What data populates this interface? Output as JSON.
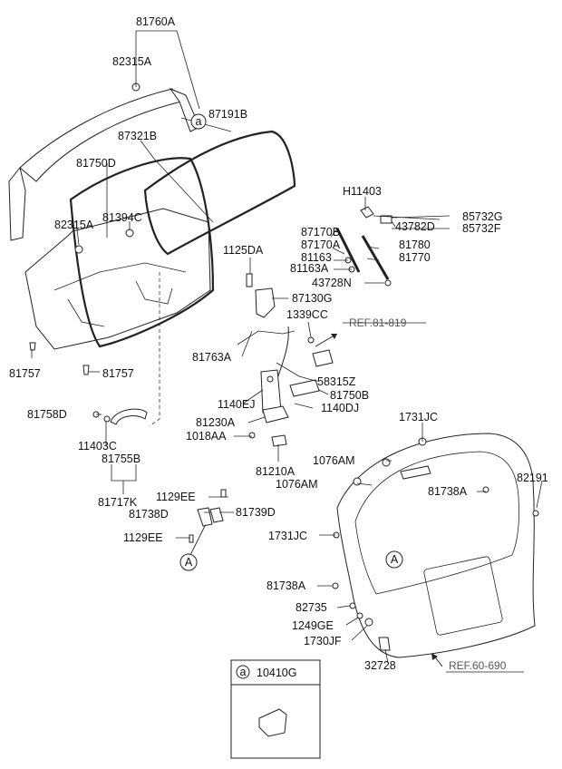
{
  "diagram": {
    "callouts": [
      "81760A",
      "82315A",
      "87191B",
      "87321B",
      "81750D",
      "82315A",
      "81394C",
      "81757",
      "81757",
      "81758D",
      "11403C",
      "81755B",
      "81717K",
      "1125DA",
      "87130G",
      "1339CC",
      "81763A",
      "58315Z",
      "81750B",
      "1140EJ",
      "1140DJ",
      "81230A",
      "1018AA",
      "81210A",
      "1129EE",
      "81738D",
      "81739D",
      "1129EE",
      "H11403",
      "85732G",
      "85732F",
      "43782D",
      "87170B",
      "87170A",
      "81780",
      "81770",
      "81163",
      "81163A",
      "43728N",
      "1731JC",
      "1076AM",
      "1076AM",
      "82191",
      "81738A",
      "1731JC",
      "81738A",
      "82735",
      "1249GE",
      "1730JF",
      "32728"
    ],
    "refs": [
      "REF.81-819",
      "REF.60-690"
    ],
    "circle_markers": [
      "a",
      "A",
      "A"
    ],
    "inset": {
      "marker": "a",
      "code": "10410G"
    }
  }
}
